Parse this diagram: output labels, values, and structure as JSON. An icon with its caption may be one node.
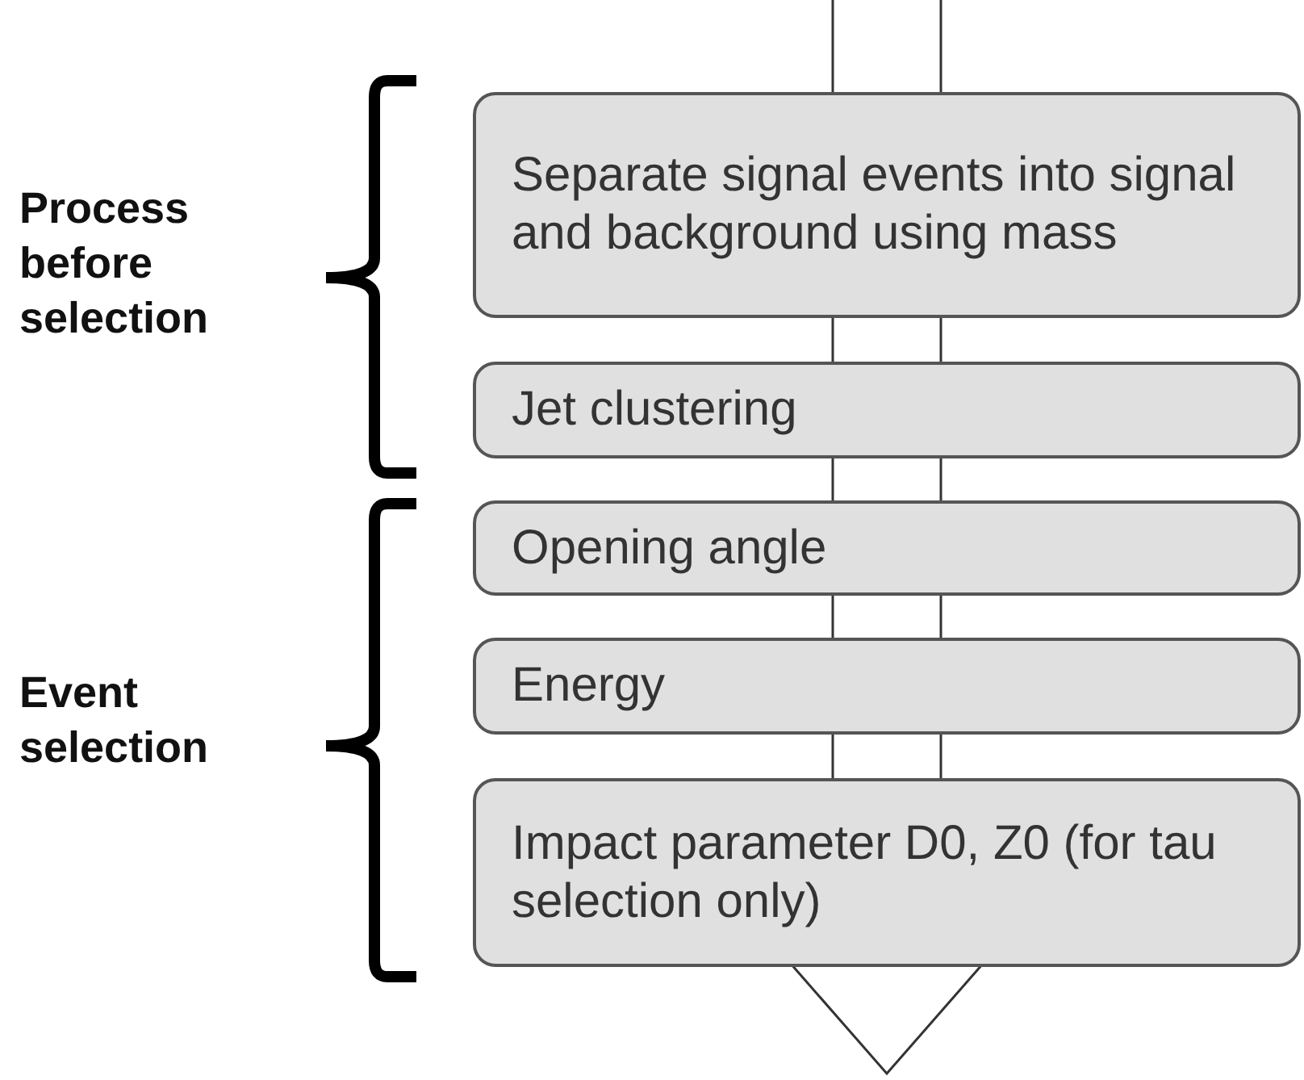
{
  "diagram": {
    "nodes": [
      {
        "text": [
          "Separate signal events into signal and background using mass"
        ]
      },
      {
        "text": [
          "Jet clustering"
        ]
      },
      {
        "text": [
          "Opening angle"
        ]
      },
      {
        "text": [
          "Energy"
        ]
      },
      {
        "text": [
          "Impact parameter D0, Z0 (for tau selection only)"
        ]
      }
    ],
    "edges": [
      {
        "from": null,
        "to": 0,
        "arrow": "none"
      },
      {
        "from": 0,
        "to": 1,
        "arrow": "none"
      },
      {
        "from": 1,
        "to": 2,
        "arrow": "none"
      },
      {
        "from": 2,
        "to": 3,
        "arrow": "none"
      },
      {
        "from": 3,
        "to": 4,
        "arrow": "none"
      },
      {
        "from": 4,
        "to": null,
        "arrow": "to"
      }
    ],
    "labels": [
      "Process before selection",
      "Event selection"
    ]
  }
}
